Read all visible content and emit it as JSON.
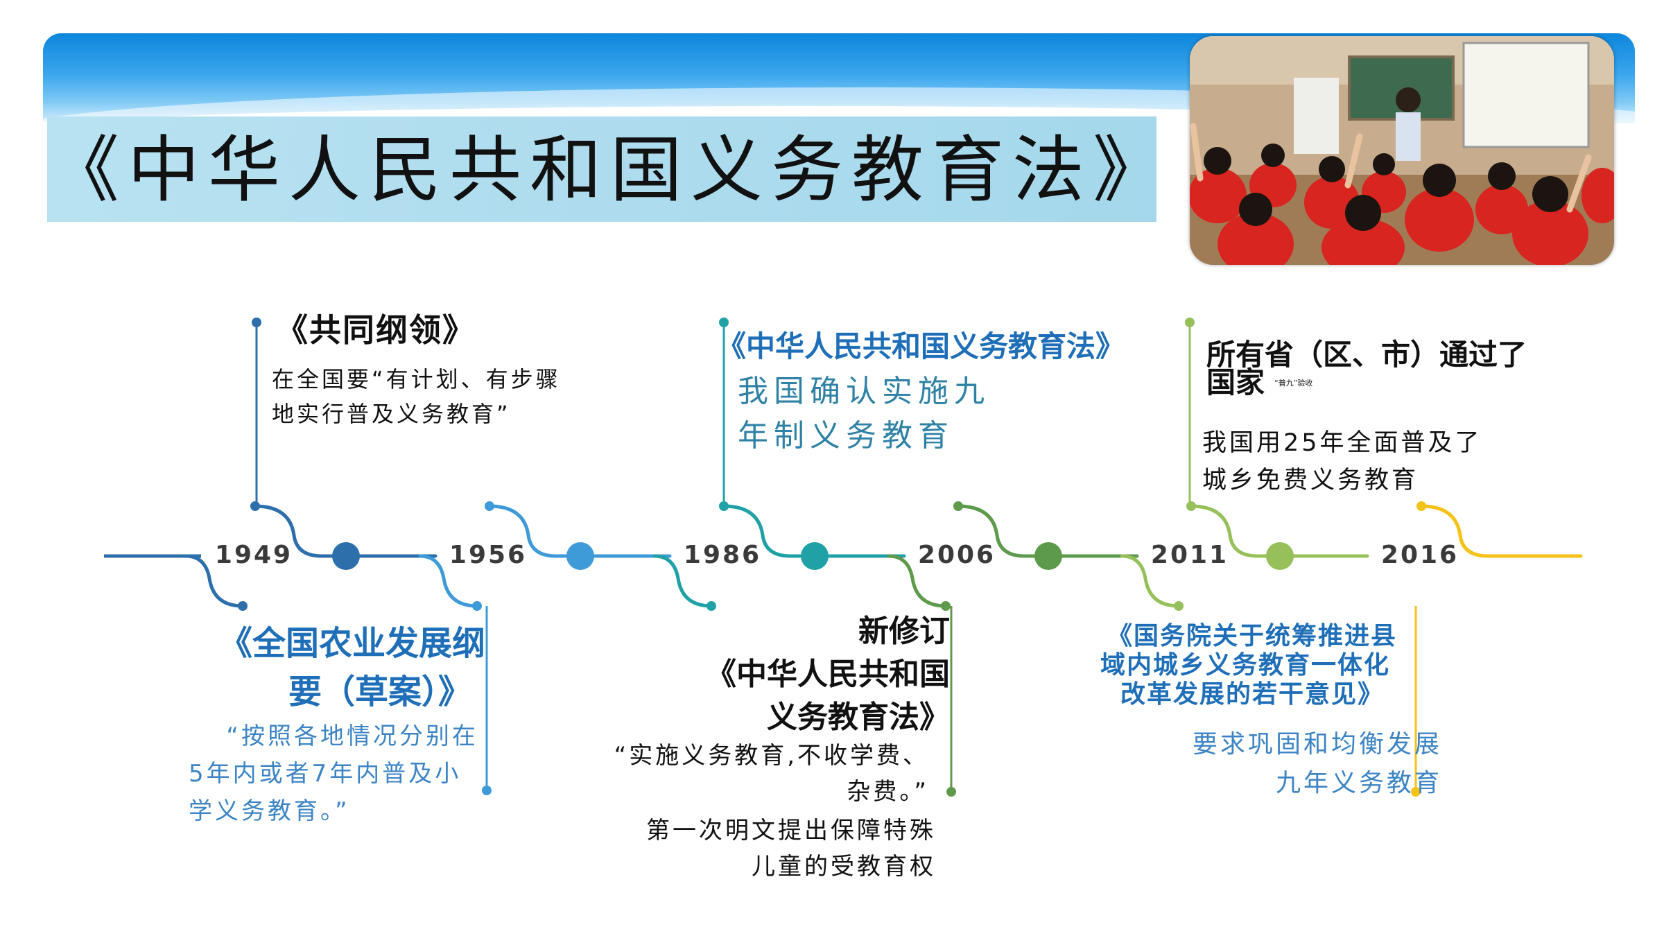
{
  "header": {
    "title": "《中华人民共和国义务教育法》",
    "photo_alt": "课堂教学照片"
  },
  "colors": {
    "segment_1": "#2d6fab",
    "segment_2": "#3f9bd8",
    "segment_3": "#1fa1a6",
    "segment_4": "#5e9a4c",
    "segment_5": "#96c05a",
    "segment_6": "#f5c218",
    "title_band": "#aedcee",
    "header_blue": "#0d86dc"
  },
  "timeline": {
    "years": [
      "1949",
      "1956",
      "1986",
      "2006",
      "2011",
      "2016"
    ]
  },
  "events": {
    "e1949": {
      "title": "《共同纲领》",
      "desc_lines": [
        "在全国要“有计划、有步骤",
        "地实行普及义务教育”"
      ]
    },
    "e1956": {
      "title_lines": [
        "《全国农业发展纲",
        "要（草案）》"
      ],
      "desc_lines": [
        "“按照各地情况分别在",
        "5年内或者7年内普及小",
        "学义务教育。”"
      ]
    },
    "e1986": {
      "title": "《中华人民共和国义务教育法》",
      "desc_lines": [
        "我国确认实施九",
        "年制义务教育"
      ]
    },
    "e2006": {
      "title_lines": [
        "新修订",
        "《中华人民共和国",
        "义务教育法》"
      ],
      "desc_lines": [
        "“实施义务教育,不收学费、",
        "杂费。”",
        "第一次明文提出保障特殊",
        "儿童的受教育权"
      ]
    },
    "e2011": {
      "title_lines": [
        "所有省（区、市）通过了",
        "国家"
      ],
      "title_small": "“普九”验收",
      "desc_lines": [
        "我国用25年全面普及了",
        "城乡免费义务教育"
      ]
    },
    "e2016": {
      "title_lines": [
        "《国务院关于统筹推进县",
        "域内城乡义务教育一体化",
        "改革发展的若干意见》"
      ],
      "desc_lines": [
        "要求巩固和均衡发展",
        "九年义务教育"
      ]
    }
  }
}
